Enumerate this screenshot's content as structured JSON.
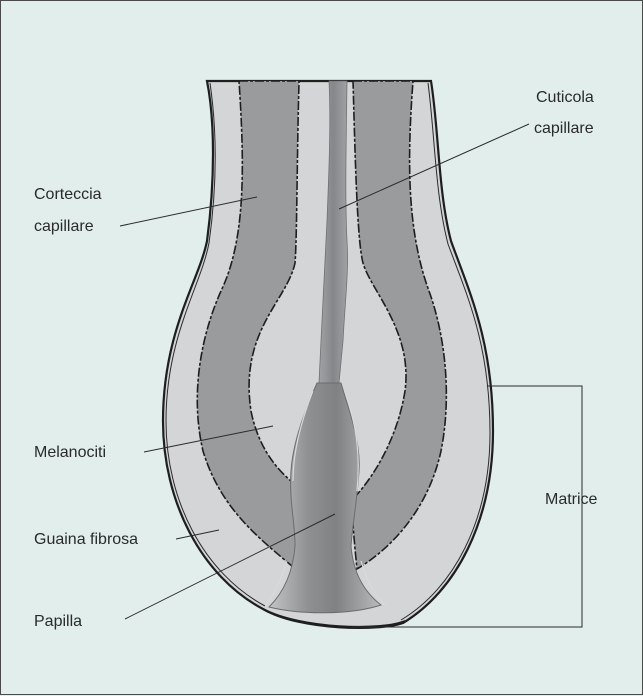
{
  "labels": {
    "cuticola_line1": "Cuticola",
    "cuticola_line2": "capillare",
    "corteccia_line1": "Corteccia",
    "corteccia_line2": "capillare",
    "melanociti": "Melanociti",
    "guaina": "Guaina fibrosa",
    "papilla": "Papilla",
    "matrice": "Matrice"
  },
  "colors": {
    "background": "#e1eeec",
    "outer_sheath": "#d3d5d6",
    "cortex": "#999b9d",
    "inner": "#d4d6d7",
    "papilla": "#8a8c8e",
    "outline": "#1e1e1e"
  }
}
